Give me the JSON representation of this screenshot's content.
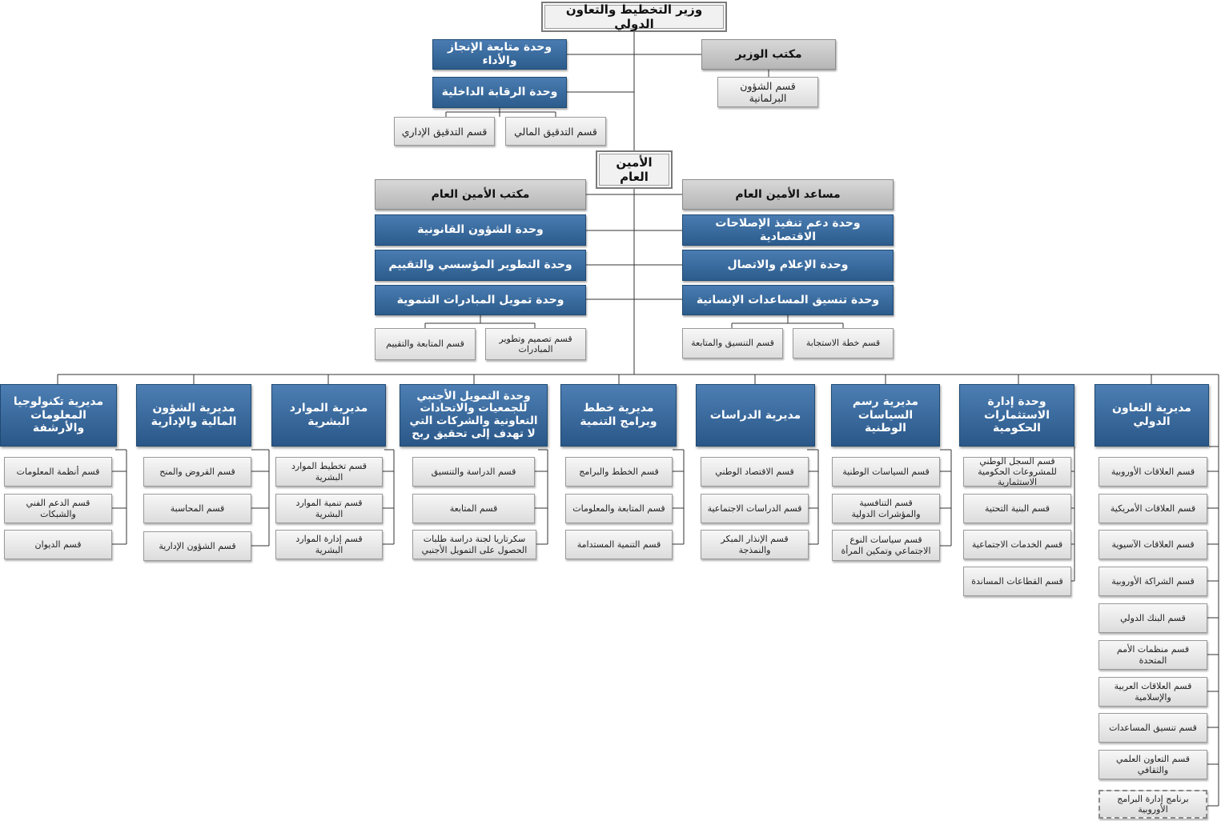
{
  "minister": "وزير التخطيط والتعاون الدولي",
  "minister_office": {
    "title": "مكتب الوزير",
    "section": "قسم الشؤون البرلمانية"
  },
  "minister_units": {
    "performance": "وحدة متابعة الإنجاز والأداء",
    "internal_control": "وحدة الرقابة الداخلية",
    "financial_audit": "قسم التدقيق المالي",
    "admin_audit": "قسم التدقيق الإداري"
  },
  "secretary_general": "الأمين العام",
  "sg_office": "مكتب الأمين العام",
  "assistant_sg": "مساعد الأمين العام",
  "left_units": [
    "وحدة الشؤون القانونية",
    "وحدة التطوير المؤسسي والتقييم",
    "وحدة تمويل المبادرات التنموية"
  ],
  "left_sections": [
    "قسم تصميم وتطوير المبادرات",
    "قسم المتابعة والتقييم"
  ],
  "right_units": [
    "وحدة دعم تنفيذ الإصلاحات الاقتصادية",
    "وحدة الإعلام والاتصال",
    "وحدة تنسيق المساعدات الإنسانية"
  ],
  "right_sections": [
    "قسم خطة الاستجابة",
    "قسم التنسيق والمتابعة"
  ],
  "directorates": [
    {
      "title": "مديرية التعاون الدولي",
      "sections": [
        "قسم العلاقات الأوروبية",
        "قسم العلاقات الأمريكية",
        "قسم العلاقات الآسيوية",
        "قسم الشراكة الأوروبية",
        "قسم البنك الدولي",
        "قسم منظمات الأمم  المتحدة",
        "قسم العلاقات العربية والإسلامية",
        "قسم تنسيق المساعدات",
        "قسم التعاون العلمي  والثقافي",
        "برنامج إدارة البرامج الأوروبية"
      ]
    },
    {
      "title": "وحدة إدارة الاستثمارات الحكومية",
      "sections": [
        "قسم السجل الوطني للمشروعات الحكومية الاستثمارية",
        "قسم البنية التحتية",
        "قسم الخدمات الاجتماعية",
        "قسم القطاعات المساندة"
      ]
    },
    {
      "title": "مديرية رسم السياسات الوطنية",
      "sections": [
        "قسم السياسات الوطنية",
        "قسم التنافسية والمؤشرات الدولية",
        "قسم سياسات النوع الاجتماعي وتمكين المرأة"
      ]
    },
    {
      "title": "مديرية الدراسات",
      "sections": [
        "قسم الاقتصاد الوطني",
        "قسم الدراسات الاجتماعية",
        "قسم الإنذار المبكر والنمذجة"
      ]
    },
    {
      "title": "مديرية خطط وبرامج التنمية",
      "sections": [
        "قسم الخطط والبرامج",
        "قسم المتابعة والمعلومات",
        "قسم التنمية المستدامة"
      ]
    },
    {
      "title": "وحدة التمويل الأجنبي للجمعيات والاتحادات التعاونية والشركات التي لا تهدف إلى تحقيق ربح",
      "sections": [
        "قسم الدراسة والتنسيق",
        "قسم المتابعة",
        "سكرتاريا لجنة دراسة طلبات الحصول على التمويل الأجنبي"
      ]
    },
    {
      "title": "مديرية الموارد البشرية",
      "sections": [
        "قسم تخطيط الموارد البشرية",
        "قسم تنمية الموارد البشرية",
        "قسم إدارة الموارد البشرية"
      ]
    },
    {
      "title": "مديرية الشؤون المالية والإدارية",
      "sections": [
        "قسم القروض والمنح",
        "قسم المحاسبة",
        "قسم الشؤون الإدارية"
      ]
    },
    {
      "title": "مديرية تكنولوجيا المعلومات والأرشفة",
      "sections": [
        "قسم أنظمة المعلومات",
        "قسم الدعم الفني والشبكات",
        "قسم الديوان"
      ]
    }
  ]
}
